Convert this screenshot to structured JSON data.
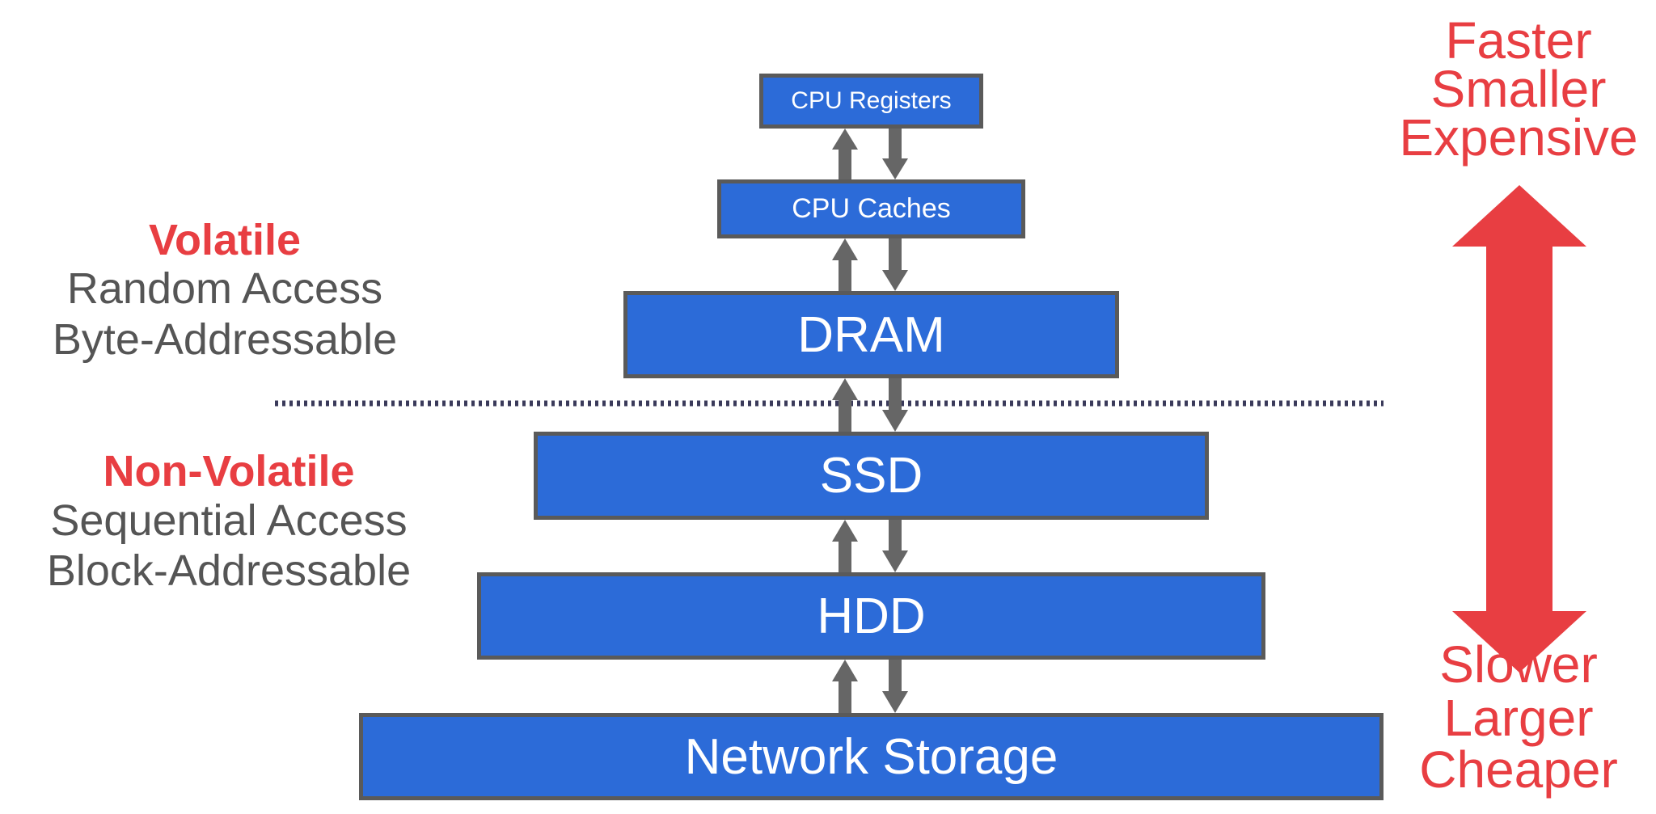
{
  "levels": [
    {
      "label": "CPU Registers"
    },
    {
      "label": "CPU Caches"
    },
    {
      "label": "DRAM"
    },
    {
      "label": "SSD"
    },
    {
      "label": "HDD"
    },
    {
      "label": "Network Storage"
    }
  ],
  "left": {
    "volatile": {
      "title": "Volatile",
      "line1": "Random Access",
      "line2": "Byte-Addressable"
    },
    "non_volatile": {
      "title": "Non-Volatile",
      "line1": "Sequential Access",
      "line2": "Block-Addressable"
    }
  },
  "right": {
    "top": [
      "Faster",
      "Smaller",
      "Expensive"
    ],
    "bottom": [
      "Slower",
      "Larger",
      "Cheaper"
    ]
  },
  "colors": {
    "box": "#2c6bd8",
    "border": "#5a5a5a",
    "accent": "#e83e42",
    "text": "#555555",
    "divider": "#3a3a5a"
  }
}
